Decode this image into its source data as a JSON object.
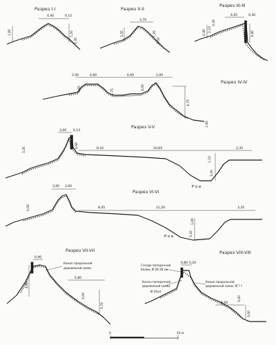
{
  "sections": [
    {
      "title": "Разрез I-I",
      "dims": [
        "4,40",
        "0,12",
        "1,85",
        "1,20",
        "2,35"
      ]
    },
    {
      "title": "Разрез II-II",
      "dims": [
        "3,70",
        "3,35",
        "1,20",
        "2,50"
      ]
    },
    {
      "title": "Разрез III-III",
      "dims": [
        "4,05",
        "0,30",
        "0,40",
        "2,10",
        "0,30",
        "3,40"
      ]
    },
    {
      "title": "Разрез IV-IV",
      "dims": [
        "2,00",
        "4,00",
        "6,00",
        "2,00",
        "0,85",
        "1,75",
        "4,00",
        "4,75",
        "1,60"
      ]
    },
    {
      "title": "Разрез V-V",
      "dims": [
        "3,00",
        "0,13",
        "3,35",
        "0,60",
        "8,10",
        "10,65",
        "2,35",
        "1,10",
        "3,20"
      ],
      "label": "Ров"
    },
    {
      "title": "Разрез VI-VI",
      "dims": [
        "3,00",
        "3,00",
        "5,00",
        "8,45",
        "11,20",
        "3,35",
        "1,00",
        "3,20"
      ],
      "label": "Ров"
    },
    {
      "title": "Разрез VII-VII",
      "dims": [
        "0,90",
        "4,60",
        "5,80",
        "3,00",
        "3,70"
      ],
      "notes": [
        "Канал продольной",
        "деревянной связи"
      ]
    },
    {
      "title": "Разрез VIII-VIII",
      "dims": [
        "0,80",
        "0,20",
        "6,00",
        "3,00",
        "3,00"
      ],
      "notes": [
        "Гнездо поперечной",
        "балки, Ø 26-28 см",
        "Канал поперечной",
        "деревянной связи,",
        "Ø 35см",
        "Канал продольной",
        "деревянной связи, Ø ? ?"
      ]
    }
  ],
  "scale": {
    "zero": "0",
    "max": "10 м"
  }
}
